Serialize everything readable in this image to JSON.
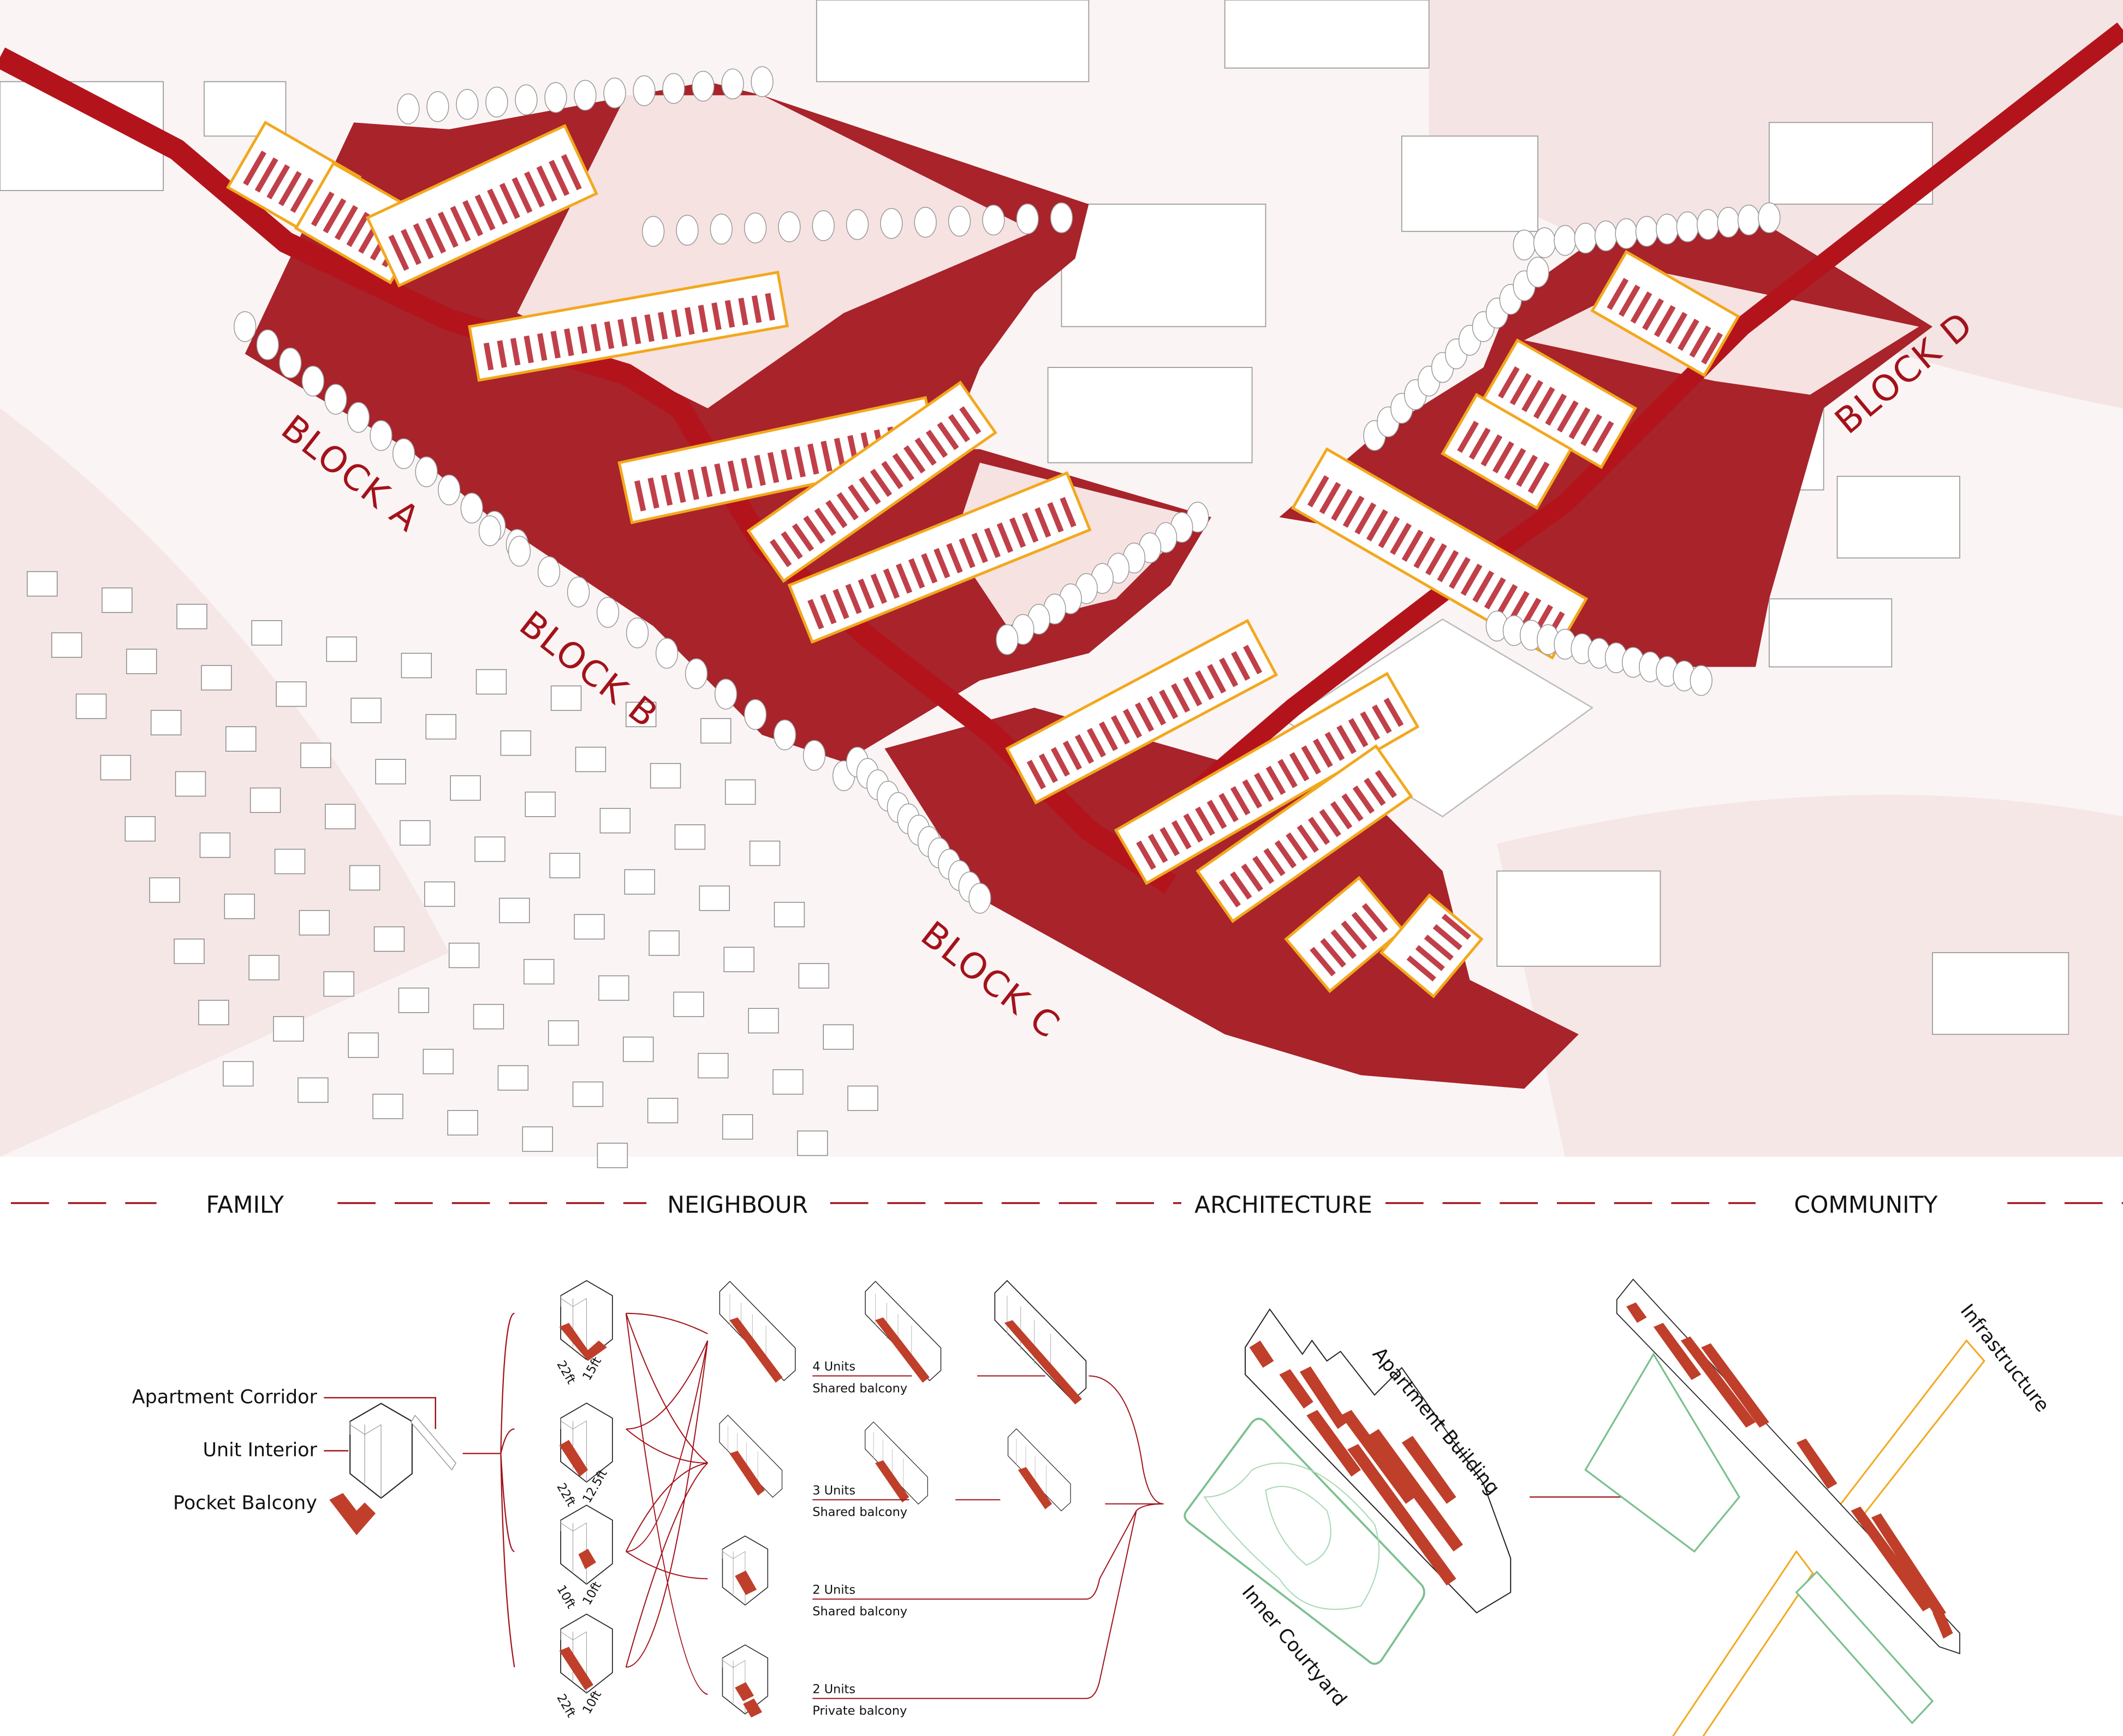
{
  "colors": {
    "accent_red": "#a3121a",
    "balcony_red": "#bf3f2a",
    "building_outline": "#f2a81d",
    "courtyard_green": "#7cc08f",
    "map_tint": "#f3dede"
  },
  "map": {
    "block_labels": [
      "BLOCK A",
      "BLOCK B",
      "BLOCK C",
      "BLOCK D"
    ]
  },
  "sections": [
    "FAMILY",
    "NEIGHBOUR",
    "ARCHITECTURE",
    "COMMUNITY"
  ],
  "family": {
    "labels": {
      "corridor": "Apartment Corridor",
      "interior": "Unit Interior",
      "balcony": "Pocket Balcony"
    }
  },
  "units": [
    {
      "dim_a": "22ft",
      "dim_b": "15ft"
    },
    {
      "dim_a": "22ft",
      "dim_b": "12.5ft"
    },
    {
      "dim_a": "10ft",
      "dim_b": "10ft"
    },
    {
      "dim_a": "22ft",
      "dim_b": "10ft"
    }
  ],
  "neighbour": [
    {
      "count": "4 Units",
      "type": "Shared balcony"
    },
    {
      "count": "3 Units",
      "type": "Shared balcony"
    },
    {
      "count": "2 Units",
      "type": "Shared balcony"
    },
    {
      "count": "2 Units",
      "type": "Private balcony"
    }
  ],
  "architecture": {
    "building": "Apartment Building",
    "courtyard": "Inner Courtyard"
  },
  "community": {
    "infrastructure": "Infrastructure"
  }
}
